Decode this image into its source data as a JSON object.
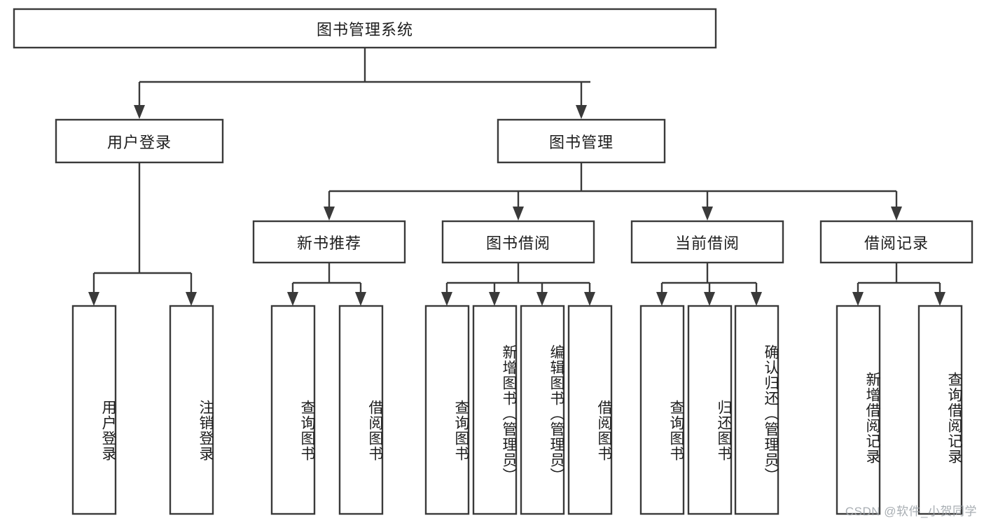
{
  "diagram": {
    "title": "图书管理系统",
    "type": "hierarchy-tree",
    "watermark": "CSDN @软件_小贺同学",
    "colors": {
      "box_stroke": "#3a3a3a",
      "box_fill": "#ffffff",
      "text": "#1d1d1d",
      "background": "#ffffff",
      "watermark": "#9aa0a6"
    },
    "root": {
      "label": "图书管理系统"
    },
    "level2": [
      {
        "label": "用户登录"
      },
      {
        "label": "图书管理"
      }
    ],
    "level3": [
      {
        "label": "新书推荐"
      },
      {
        "label": "图书借阅"
      },
      {
        "label": "当前借阅"
      },
      {
        "label": "借阅记录"
      }
    ],
    "leaves": {
      "user_login": [
        {
          "label": "用户登录"
        },
        {
          "label": "注销登录"
        }
      ],
      "new_book_recommend": [
        {
          "label": "查询图书"
        },
        {
          "label": "借阅图书"
        }
      ],
      "book_borrow": [
        {
          "label": "查询图书"
        },
        {
          "label": "新增图书（管理员）"
        },
        {
          "label": "编辑图书（管理员）"
        },
        {
          "label": "借阅图书"
        }
      ],
      "current_borrow": [
        {
          "label": "查询图书"
        },
        {
          "label": "归还图书"
        },
        {
          "label": "确认归还（管理员）"
        }
      ],
      "borrow_record": [
        {
          "label": "新增借阅记录"
        },
        {
          "label": "查询借阅记录"
        }
      ]
    }
  }
}
